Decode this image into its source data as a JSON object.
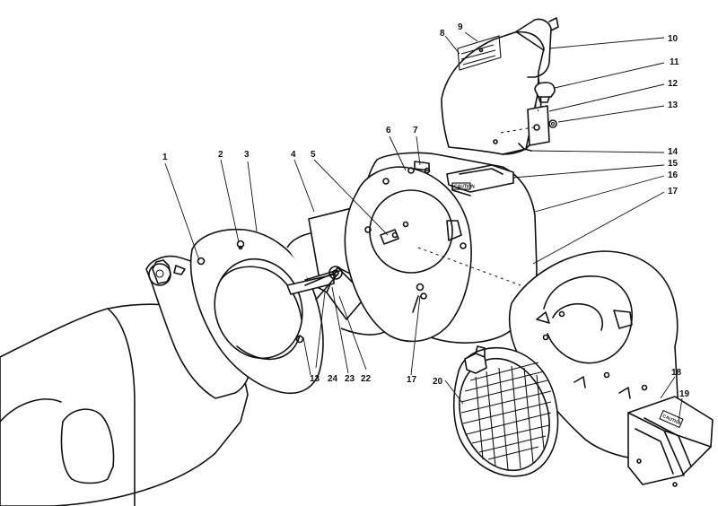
{
  "callouts": [
    "1",
    "2",
    "3",
    "4",
    "5",
    "6",
    "7",
    "8",
    "9",
    "10",
    "11",
    "12",
    "13",
    "13",
    "14",
    "15",
    "16",
    "17",
    "17",
    "18",
    "19",
    "20",
    "22",
    "23",
    "24"
  ],
  "decals": {
    "caution_housing": "CAUTION",
    "caution_chute": "CAUTION"
  }
}
